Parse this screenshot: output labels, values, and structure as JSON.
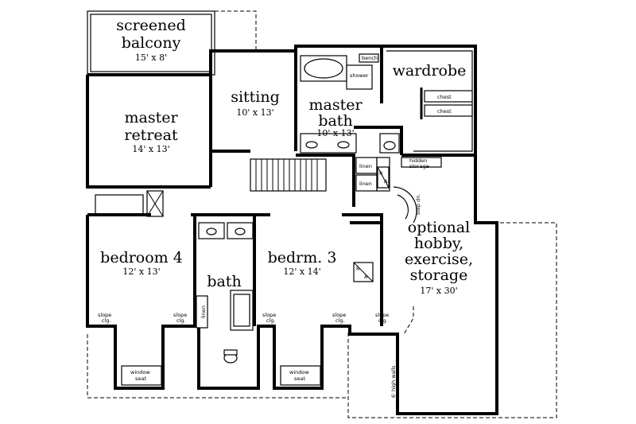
{
  "rooms": {
    "screened_balcony": {
      "line1": "screened",
      "line2": "balcony",
      "dim": "15' x 8'"
    },
    "master_retreat": {
      "line1": "master",
      "line2": "retreat",
      "dim": "14' x 13'"
    },
    "sitting": {
      "name": "sitting",
      "dim": "10' x 13'"
    },
    "master_bath": {
      "line1": "master",
      "line2": "bath",
      "dim": "10' x 13'"
    },
    "wardrobe": {
      "name": "wardrobe"
    },
    "bedroom4": {
      "name": "bedroom  4",
      "dim": "12' x 13'"
    },
    "bedrm3": {
      "name": "bedrm. 3",
      "dim": "12' x 14'"
    },
    "bath": {
      "name": "bath"
    },
    "optional": {
      "line1": "optional",
      "line2": "hobby,",
      "line3": "exercise,",
      "line4": "storage",
      "dim": "17' x 30'"
    }
  },
  "small_labels": {
    "bench": "bench",
    "shower": "shower",
    "chest1": "chest",
    "chest2": "chest",
    "linen_upper": "linen",
    "linen_lower": "linen",
    "hidden": "hidden",
    "storage": "storage",
    "ra_upper_r": "R",
    "ra_upper_a": "A",
    "ra_lower_r": "R",
    "ra_lower_a": "A",
    "step_dn": "step dn.",
    "linen_bath": "linen",
    "slope": "slope",
    "clg": "clg.",
    "window": "window",
    "seat": "seat",
    "high_walls": "6' high walls"
  }
}
